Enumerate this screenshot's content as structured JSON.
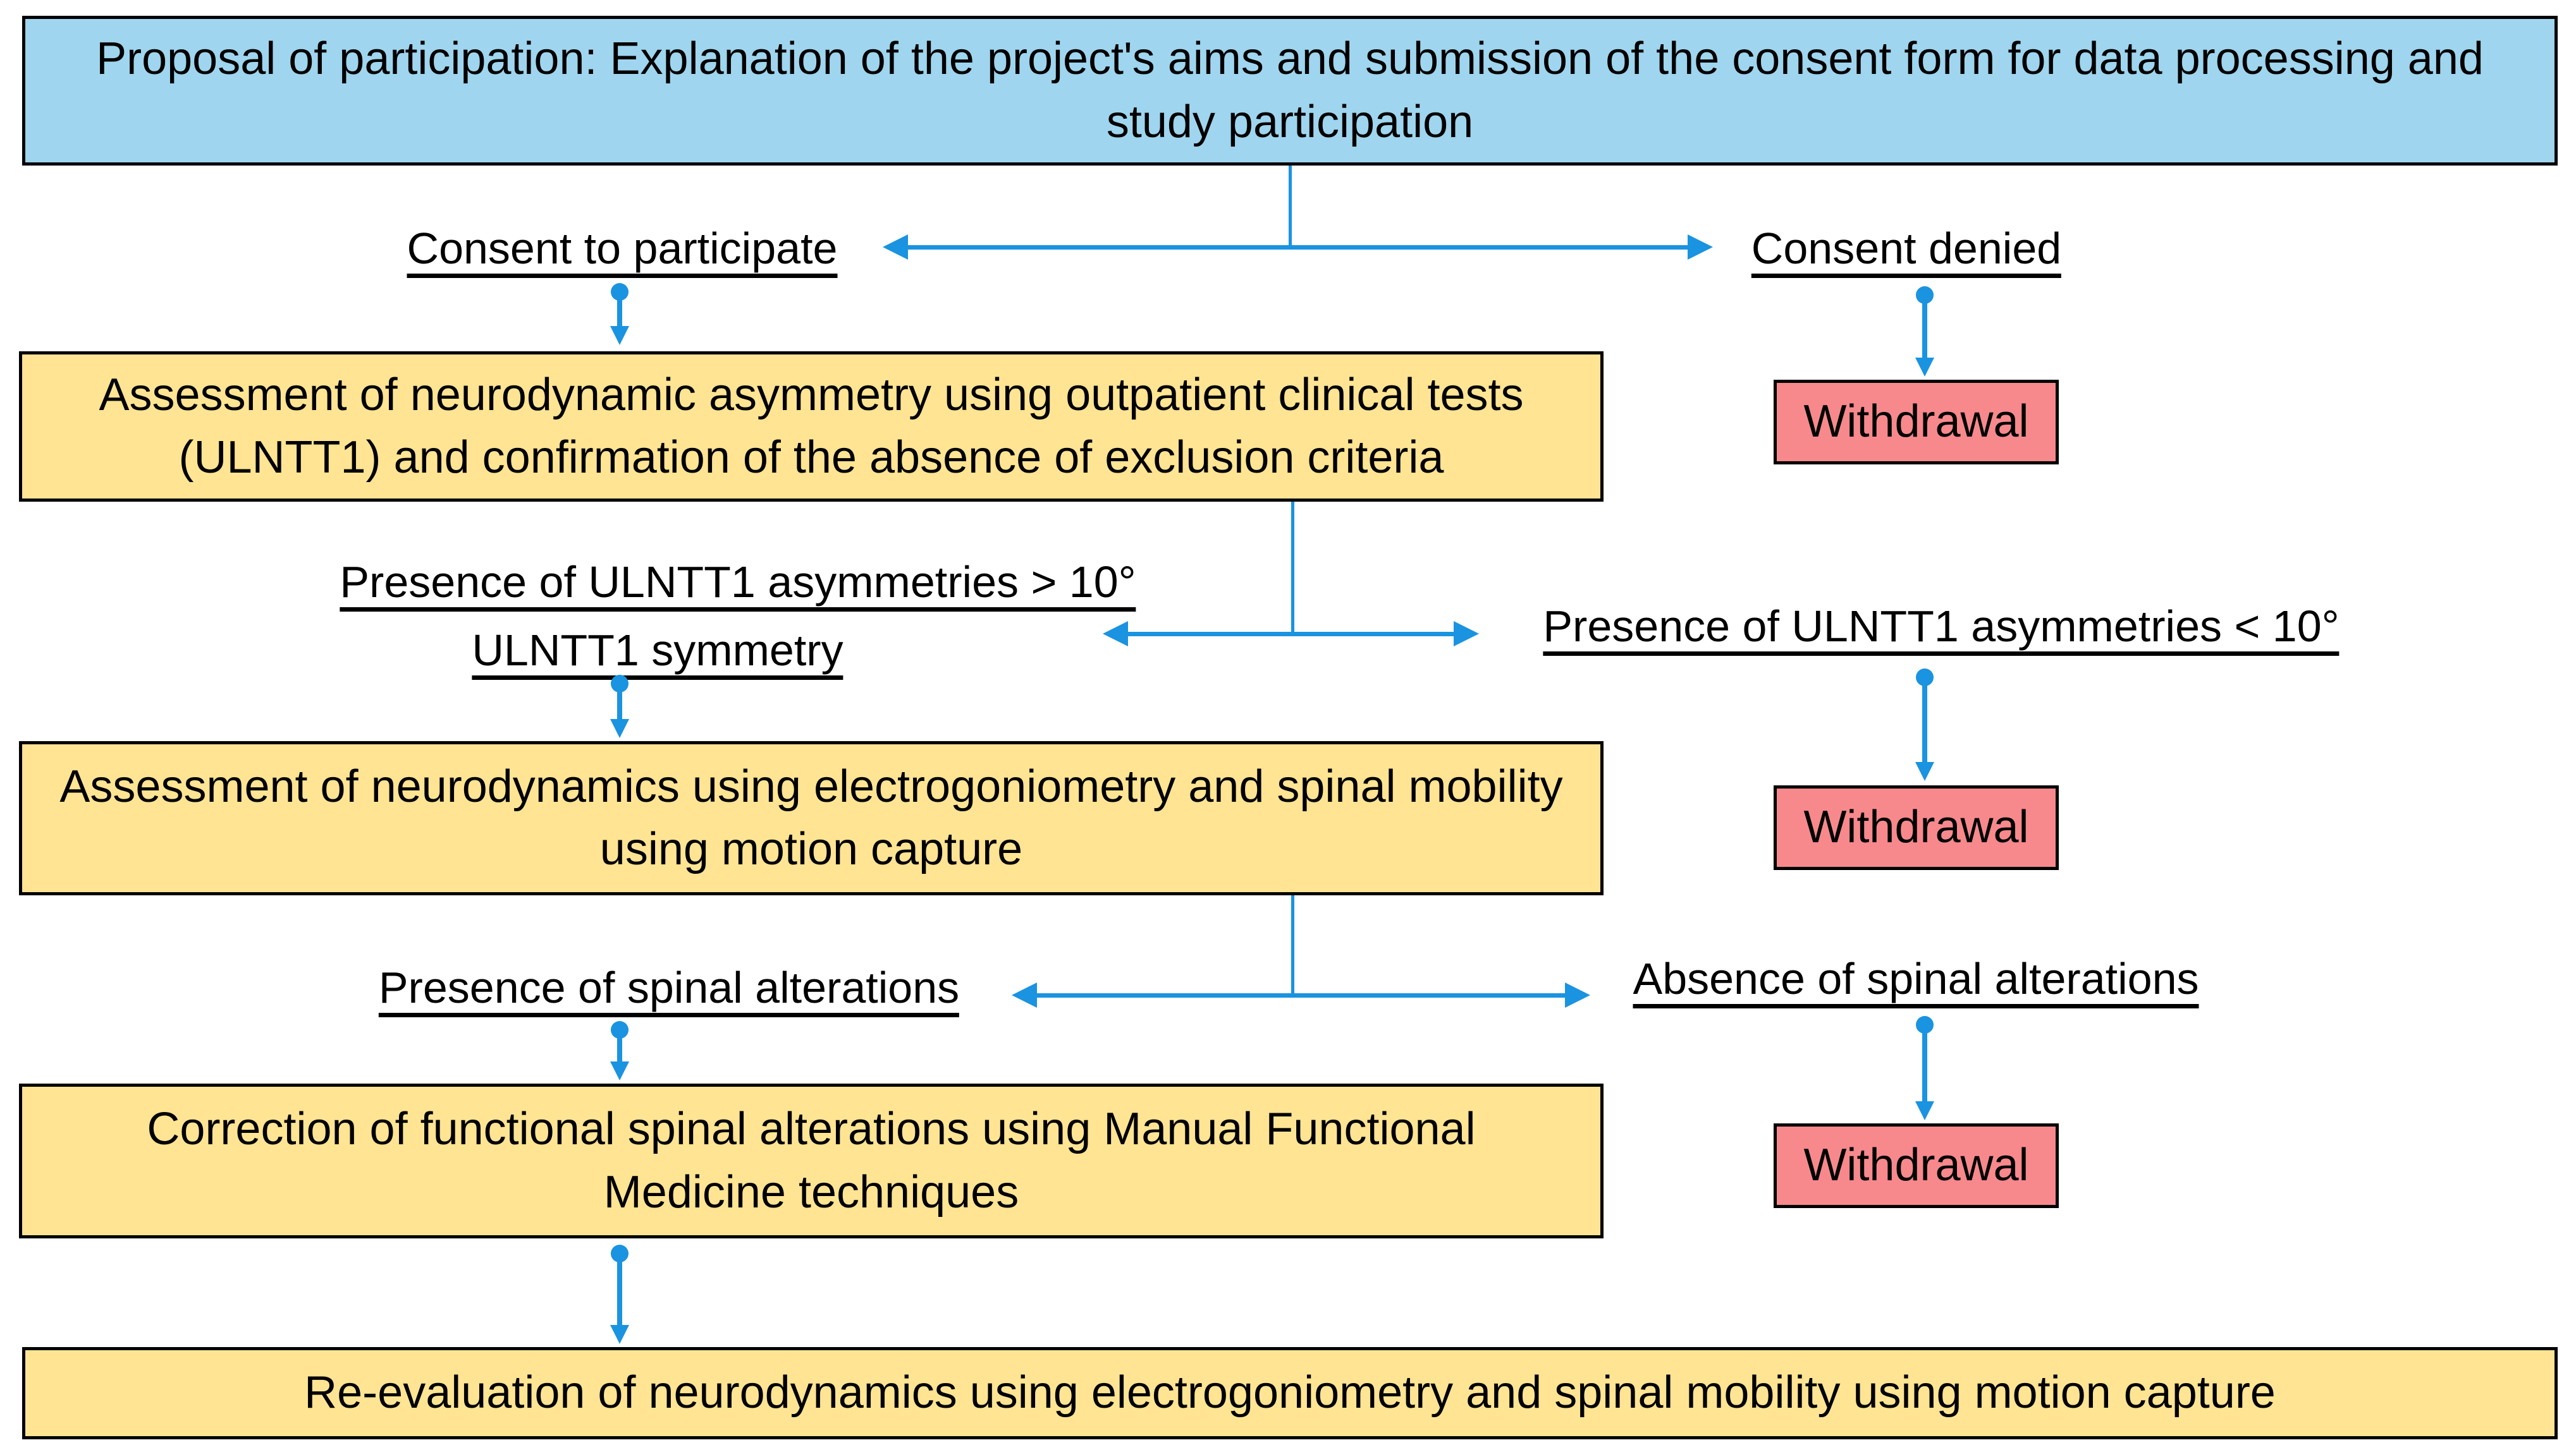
{
  "colors": {
    "box_blue": "#9fd5ee",
    "box_yellow": "#ffe493",
    "box_red": "#f7898c",
    "arrow_blue": "#1a93e0",
    "border": "#000000",
    "text": "#000000",
    "background": "#ffffff"
  },
  "flowchart": {
    "proposal_box": "Proposal of participation: Explanation of the project's aims and submission of the consent form for data processing and study participation",
    "branch1": {
      "left_label": "Consent to participate",
      "right_label": "Consent denied"
    },
    "withdrawal1": "Withdrawal",
    "clinical_assessment_box": "Assessment of neurodynamic asymmetry using outpatient clinical tests (ULNTT1) and confirmation of the absence of exclusion criteria",
    "branch2": {
      "left_label_line1": "Presence of ULNTT1 asymmetries > 10°",
      "left_label_line2": "ULNTT1 symmetry",
      "right_label": "Presence of ULNTT1 asymmetries < 10°"
    },
    "withdrawal2": "Withdrawal",
    "instrumental_assessment_box": "Assessment of neurodynamics using electrogoniometry and spinal mobility using motion capture",
    "branch3": {
      "left_label": "Presence of spinal alterations",
      "right_label": "Absence of spinal alterations"
    },
    "withdrawal3": "Withdrawal",
    "correction_box": "Correction of functional spinal alterations using Manual Functional Medicine techniques",
    "reevaluation_box": "Re-evaluation of neurodynamics using electrogoniometry and spinal mobility using motion capture"
  }
}
